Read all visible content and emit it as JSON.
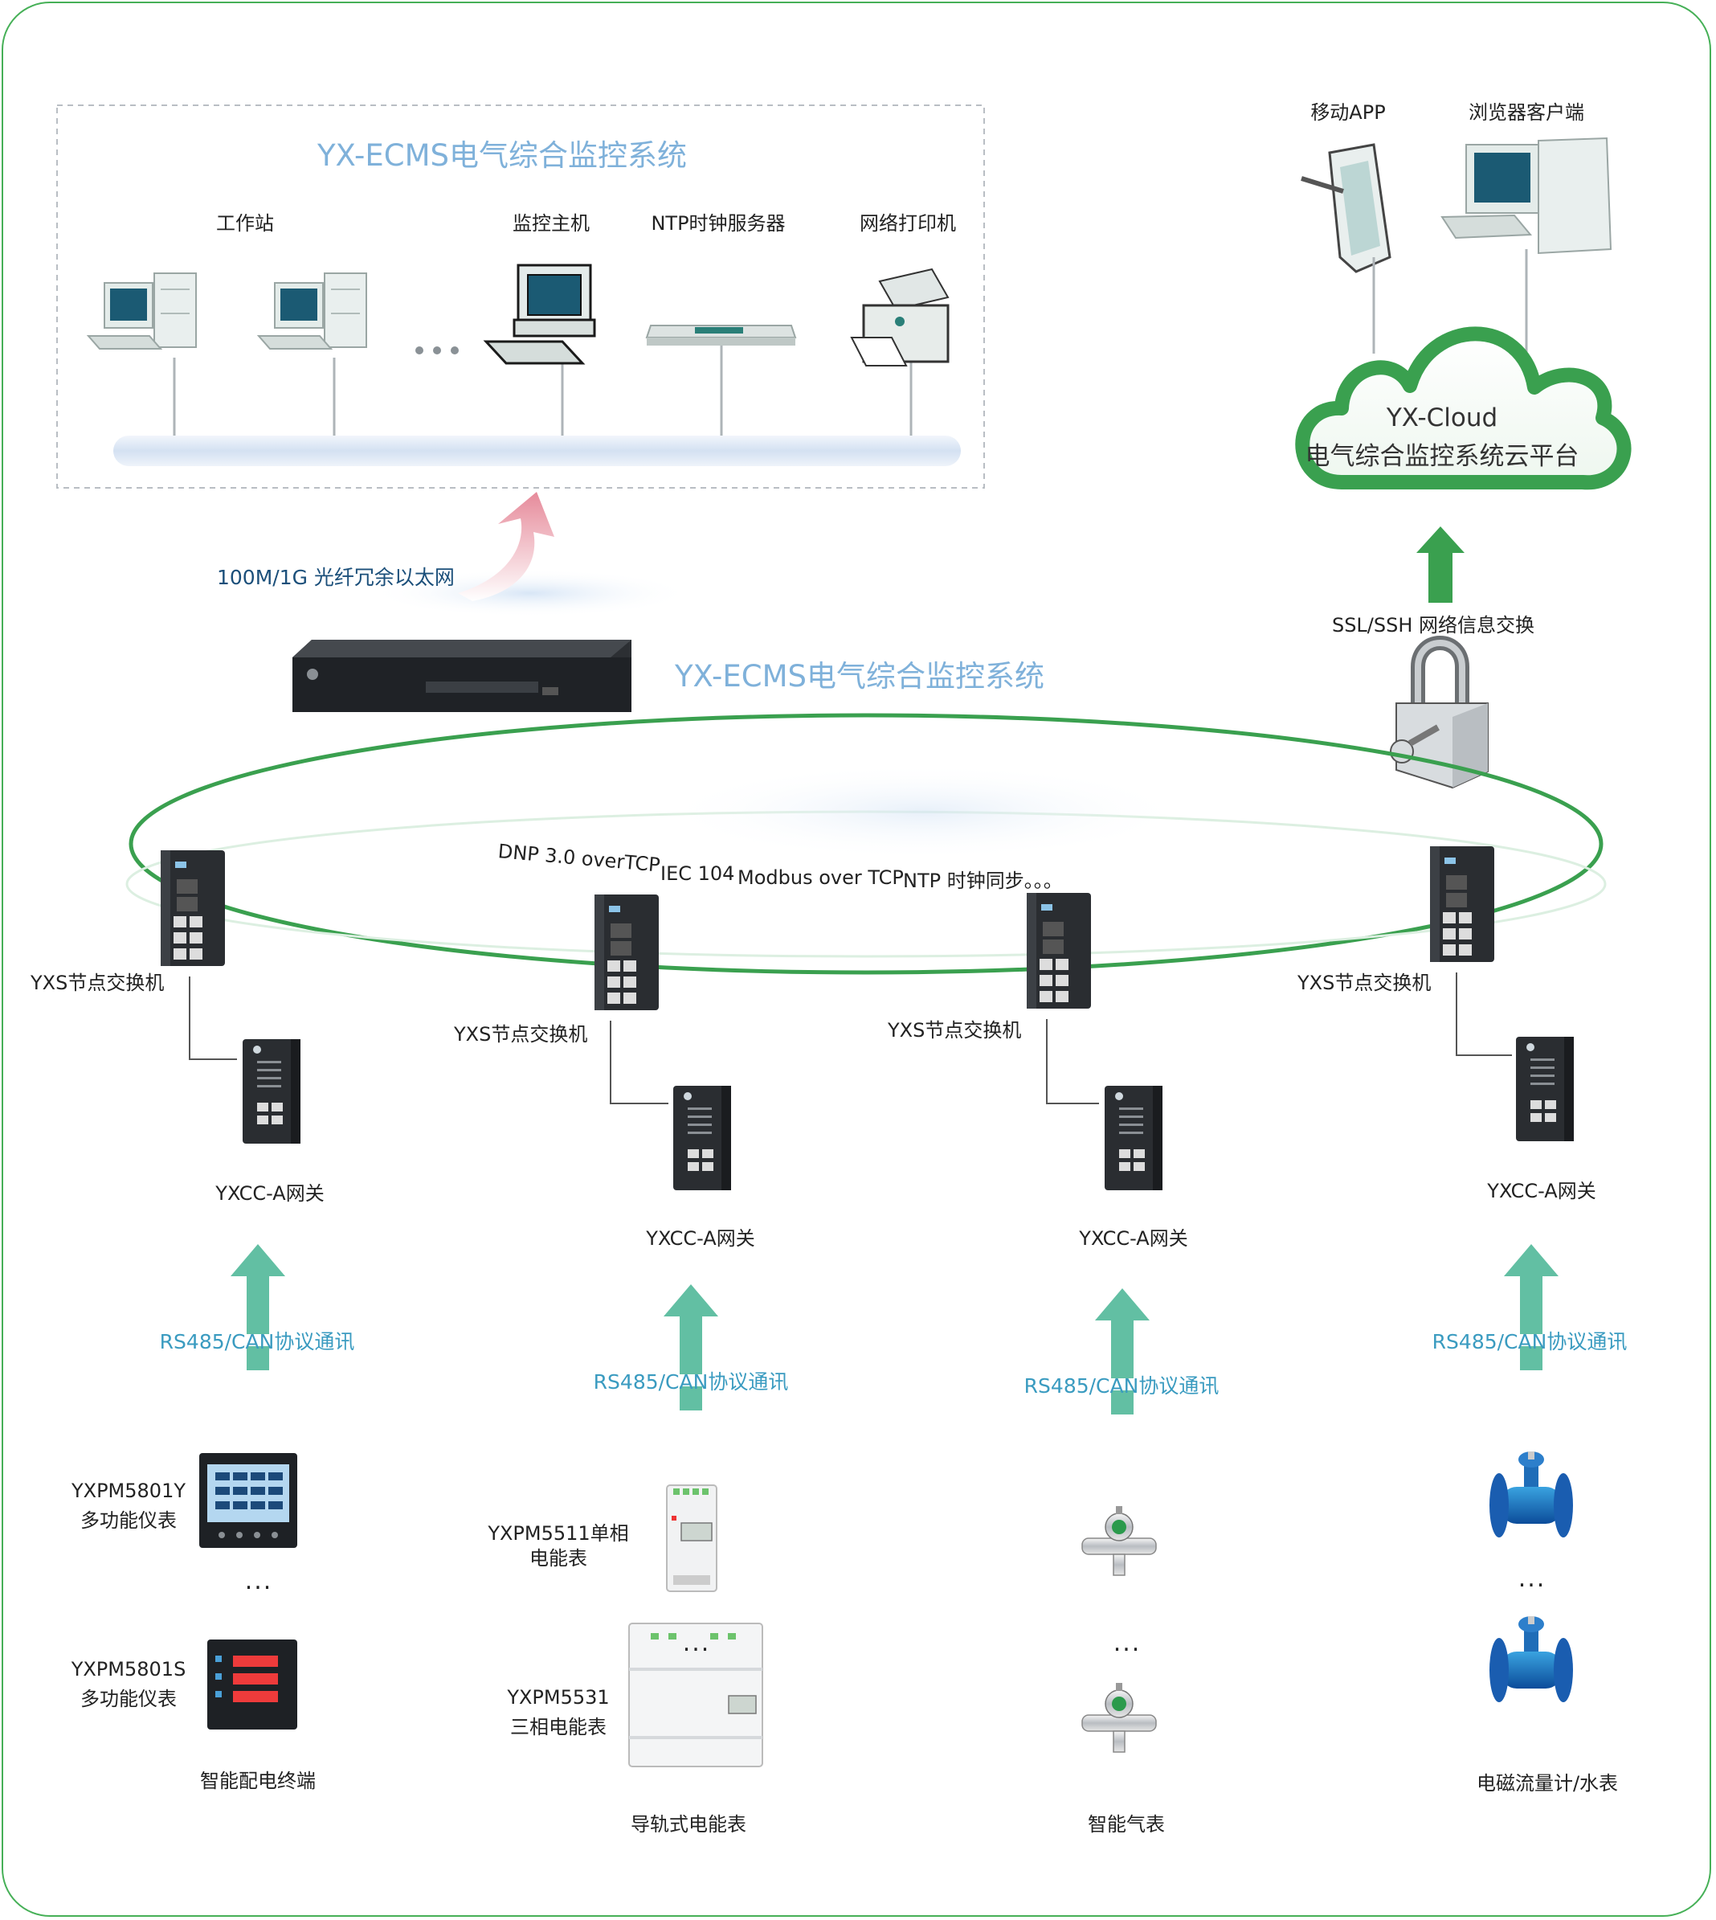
{
  "ecms_box": {
    "title": "YX-ECMS电气综合监控系统",
    "workstation_label": "工作站",
    "host_label": "监控主机",
    "ntp_label": "NTP时钟服务器",
    "printer_label": "网络打印机"
  },
  "cloud": {
    "mobile_label": "移动APP",
    "browser_label": "浏览器客户端",
    "name": "YX-Cloud",
    "subtitle": "电气综合监控系统云平台",
    "exchange_label": "SSL/SSH  网络信息交换"
  },
  "fiber_label": "100M/1G 光纤冗余以太网",
  "ring_title": "YX-ECMS电气综合监控系统",
  "protocols": {
    "p1": "DNP 3.0 overTCP",
    "p2": "IEC 104",
    "p3": "Modbus over TCP",
    "p4": "NTP  时钟同步。。。"
  },
  "columns": [
    {
      "switch_label": "YXS节点交换机",
      "gateway_label": "YXCC-A网关",
      "bus_label": "RS485/CAN协议通讯",
      "dev1_model": "YXPM5801Y",
      "dev1_desc": "多功能仪表",
      "dev2_model": "YXPM5801S",
      "dev2_desc": "多功能仪表",
      "group_label": "智能配电终端"
    },
    {
      "switch_label": "YXS节点交换机",
      "gateway_label": "YXCC-A网关",
      "bus_label": "RS485/CAN协议通讯",
      "dev1_model": "YXPM5511单相",
      "dev1_desc": "电能表",
      "dev2_model": "YXPM5531",
      "dev2_desc": "三相电能表",
      "group_label": "导轨式电能表"
    },
    {
      "switch_label": "YXS节点交换机",
      "gateway_label": "YXCC-A网关",
      "bus_label": "RS485/CAN协议通讯",
      "group_label": "智能气表"
    },
    {
      "switch_label": "YXS节点交换机",
      "gateway_label": "YXCC-A网关",
      "bus_label": "RS485/CAN协议通讯",
      "group_label": "电磁流量计/水表"
    }
  ],
  "ellipsis": "...",
  "colors": {
    "frame": "#46b057",
    "ring": "#3aa04f",
    "arrow": "#62bfa3",
    "cloud_arrow": "#3aa04f",
    "teal_text": "#3a9bc0",
    "title_blue": "#7fb1da"
  }
}
